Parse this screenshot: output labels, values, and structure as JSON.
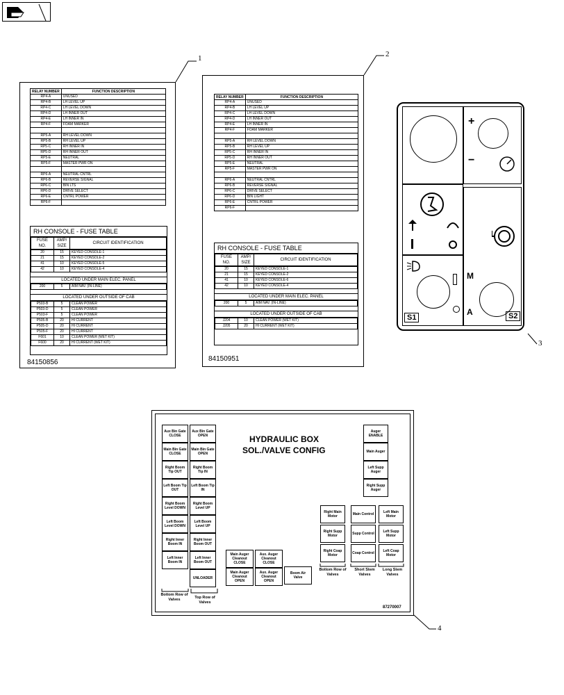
{
  "nav": {
    "icon": "page-forward-icon"
  },
  "callouts": [
    "1",
    "2",
    "3",
    "4"
  ],
  "label1": {
    "relay_headers": [
      "RELAY NUMBER",
      "FUNCTION DESCRIPTION"
    ],
    "relays": [
      [
        "RP4-A",
        "UNUSED"
      ],
      [
        "RP4-B",
        "LH LEVEL UP"
      ],
      [
        "RP4-C",
        "LH LEVEL DOWN"
      ],
      [
        "RP4-D",
        "LH INNER OUT"
      ],
      [
        "RP4-E",
        "LH INNER IN"
      ],
      [
        "RP4-F",
        "FOAM MARKER"
      ],
      [
        "",
        ""
      ],
      [
        "RP5-A",
        "RH LEVEL DOWN"
      ],
      [
        "RP5-B",
        "RH LEVEL UP"
      ],
      [
        "RP5-C",
        "RH INNER IN"
      ],
      [
        "RP5-D",
        "RH INNER OUT"
      ],
      [
        "RP5-E",
        "NEUTRAL"
      ],
      [
        "RP5-F",
        "MASTER PWR ON"
      ],
      [
        "",
        ""
      ],
      [
        "RP6-A",
        "NEUTRAL CNTRL"
      ],
      [
        "RP6-B",
        "REVERSE SIGNAL"
      ],
      [
        "RP6-C",
        "BIN LTS"
      ],
      [
        "RP6-D",
        "DRIVE SELECT"
      ],
      [
        "RP6-E",
        "CNTRL POWER"
      ],
      [
        "RP6-F",
        ""
      ]
    ],
    "fuse_title": "RH CONSOLE - FUSE TABLE",
    "fuse_headers": [
      "FUSE NO.",
      "AMP/ SIZE",
      "CIRCUIT IDENTIFICATION"
    ],
    "fuses": [
      [
        "20",
        "15",
        "KEYED CONSOLE-1"
      ],
      [
        "21",
        "15",
        "KEYED CONSOLE-2"
      ],
      [
        "41",
        "10",
        "KEYED CONSOLE-5"
      ],
      [
        "42",
        "10",
        "KEYED CONSOLE-4"
      ]
    ],
    "main_title": "LOCATED UNDER MAIN ELEC. PANEL",
    "main": [
      [
        "200",
        "5",
        "AIM NAV. (IN-LINE)"
      ]
    ],
    "cab_title": "LOCATED UNDER OUTSIDE OF CAB",
    "cab": [
      [
        "P503-B",
        "5",
        "CLEAN POWER"
      ],
      [
        "P503-D",
        "5",
        "CLEAN POWER"
      ],
      [
        "P503-F",
        "5",
        "CLEAN POWER"
      ],
      [
        "P505-B",
        "20",
        "HI CURRENT"
      ],
      [
        "P505-D",
        "20",
        "HI CURRENT"
      ],
      [
        "P505-F",
        "20",
        "HI CURRENT"
      ],
      [
        "F601",
        "10",
        "CLEAN POWER (WET KIT)"
      ],
      [
        "F600",
        "20",
        "HI CURRENT (WET KIT)"
      ]
    ],
    "part_no": "84150856"
  },
  "label2": {
    "relay_headers": [
      "RELAY NUMBER",
      "FUNCTION DESCRIPTION"
    ],
    "relays": [
      [
        "RP4-A",
        "UNUSED"
      ],
      [
        "RP4-B",
        "LH LEVEL UP"
      ],
      [
        "RP4-C",
        "LH LEVEL DOWN"
      ],
      [
        "RP4-D",
        "LH INNER OUT"
      ],
      [
        "RP4-E",
        "LH INNER IN"
      ],
      [
        "RP4-F",
        "FOAM MARKER"
      ],
      [
        "",
        ""
      ],
      [
        "RP5-A",
        "RH LEVEL DOWN"
      ],
      [
        "RP5-B",
        "RH LEVEL UP"
      ],
      [
        "RP5-C",
        "RH INNER IN"
      ],
      [
        "RP5-D",
        "RH INNER OUT"
      ],
      [
        "RP5-E",
        "NEUTRAL"
      ],
      [
        "RP5-F",
        "MASTER PWR ON"
      ],
      [
        "",
        ""
      ],
      [
        "RP6-A",
        "NEUTRAL CNTRL"
      ],
      [
        "RP6-B",
        "REVERSE SIGNAL"
      ],
      [
        "RP6-C",
        "DRIVE SELECT"
      ],
      [
        "RP6-D",
        "BIN LIGHT"
      ],
      [
        "RP6-E",
        "CNTRL POWER"
      ],
      [
        "RP6-F",
        ""
      ]
    ],
    "fuse_title": "RH CONSOLE - FUSE TABLE",
    "fuse_headers": [
      "FUSE NO.",
      "AMP/ SIZE",
      "CIRCUIT IDENTIFICATION"
    ],
    "fuses": [
      [
        "20",
        "15",
        "KEYED CONSOLE-1"
      ],
      [
        "21",
        "15",
        "KEYED CONSOLE-2"
      ],
      [
        "41",
        "10",
        "KEYED CONSOLE-6"
      ],
      [
        "42",
        "10",
        "KEYED CONSOLE-4"
      ]
    ],
    "main_title": "LOCATED UNDER MAIN ELEC. PANEL",
    "main": [
      [
        "200",
        "5",
        "AIM NAV. (IN-LINE)"
      ]
    ],
    "cab_title": "LOCATED UNDER OUTSIDE OF CAB",
    "cab": [
      [
        "J204",
        "10",
        "CLEAN POWER (WET KIT)"
      ],
      [
        "J205",
        "20",
        "HI CURRENT (WET KIT)"
      ]
    ],
    "part_no": "84150951"
  },
  "panel": {
    "s1": "S1",
    "s2": "S2",
    "m": "M",
    "a": "A",
    "plus": "+",
    "minus": "−"
  },
  "hyd": {
    "title1": "HYDRAULIC BOX",
    "title2": "SOL./VALVE CONFIG",
    "left_col": [
      "Aux Bin Gate CLOSE",
      "Main Bin Gate CLOSE",
      "Right Boom Tip OUT",
      "Left Boom Tip OUT",
      "Right Boom Level DOWN",
      "Left Boom Level DOWN",
      "Right Inner Boom IN",
      "Left Inner Boom IN"
    ],
    "right_col": [
      "Aux Bin Gate OPEN",
      "Main Bin Gate OPEN",
      "Right Boom Tip IN",
      "Left Boom Tip IN",
      "Right Boom Level UP",
      "Left Boom Level UP",
      "Right Inner Boom OUT",
      "Left Inner Boom OUT",
      "UNLOADER"
    ],
    "bottom_left_label": "Bottom Row of Valves",
    "top_row_label": "Top Row of Valves",
    "cleanout": [
      "Main Auger Cleanout CLOSE",
      "Aux. Auger Cleanout CLOSE",
      "Main Auger Cleanout OPEN",
      "Aux. Auger Cleanout OPEN"
    ],
    "boom_air": "Boom Air Valve",
    "motors": [
      "Right Main Motor",
      "Right Supp Motor",
      "Right Coap Motor"
    ],
    "motors_label": "Bottom Row of Valves",
    "short_stem": [
      "Main Control",
      "Supp Control",
      "Coap Control"
    ],
    "short_label": "Short Stem Valves",
    "long_stem": [
      "Left Main Motor",
      "Left Supp Motor",
      "Left Coap Motor"
    ],
    "long_label": "Long Stem Valves",
    "auger": [
      "Auger ENABLE",
      "Main Auger",
      "Left Supp Auger",
      "Right Supp Auger"
    ],
    "part_no": "87270007"
  }
}
